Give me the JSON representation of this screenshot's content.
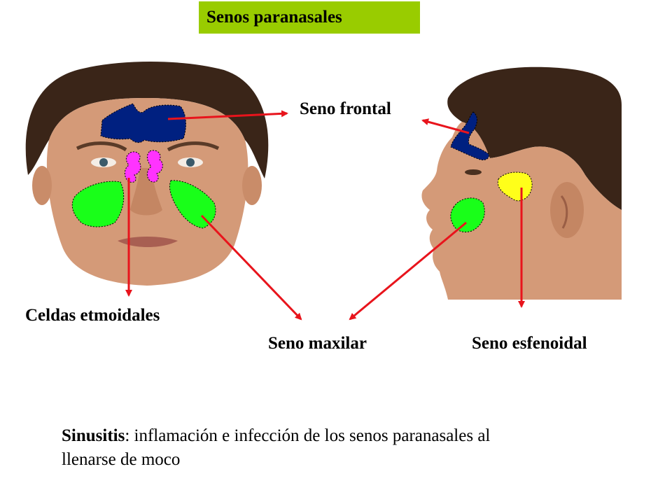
{
  "title": "Senos paranasales",
  "labels": {
    "frontal": "Seno frontal",
    "etmoidales": "Celdas etmoidales",
    "maxilar": "Seno maxilar",
    "esfenoidal": "Seno esfenoidal"
  },
  "caption": {
    "term": "Sinusitis",
    "text": ": inflamación e infección de los senos paranasales al llenarse de moco"
  },
  "colors": {
    "title_bg": "#99cc00",
    "arrow": "#e8141c",
    "frontal_sinus": "#002080",
    "ethmoid_cells": "#ff33ff",
    "maxillary_sinus": "#19ff19",
    "sphenoid_sinus": "#ffff1a",
    "hair": "#3a2518",
    "skin": "#d49a78"
  }
}
